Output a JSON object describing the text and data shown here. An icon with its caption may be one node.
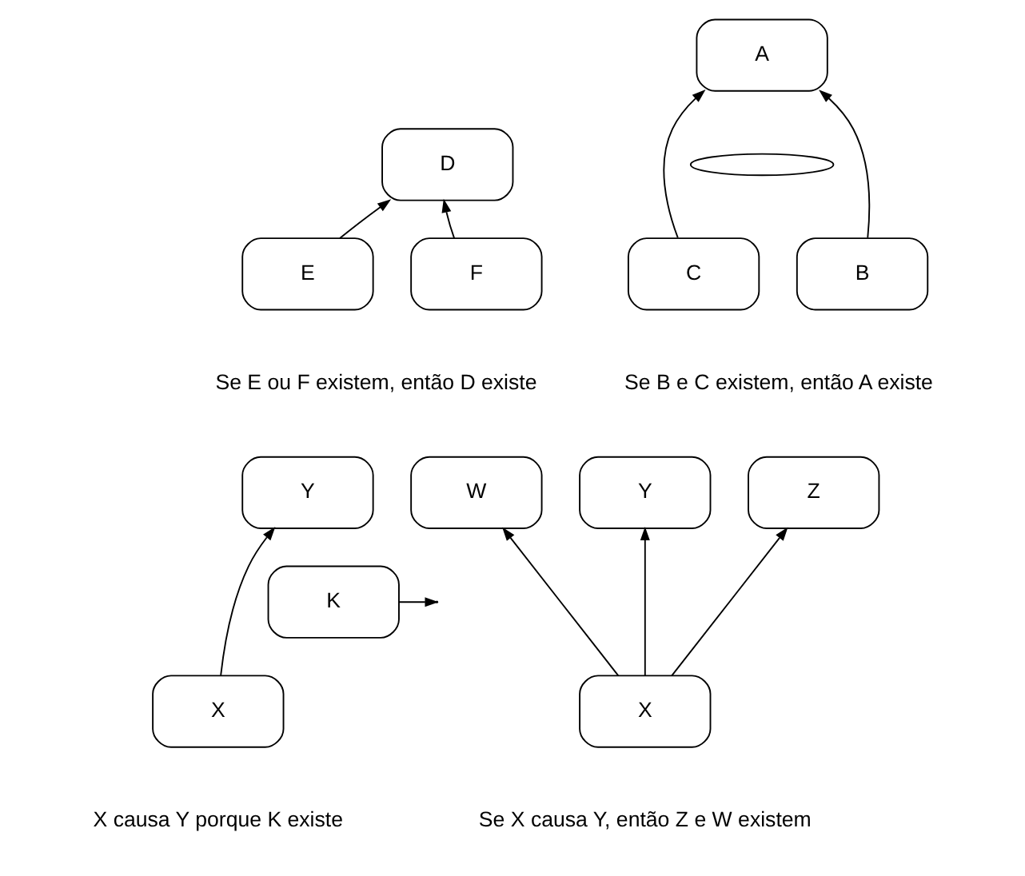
{
  "diagram": {
    "nodes": [
      {
        "text": [
          "A"
        ]
      },
      {
        "text": [],
        "shape": "ellipse"
      },
      {
        "text": [
          "B"
        ]
      },
      {
        "text": [
          "C"
        ]
      },
      {
        "text": [
          "D"
        ]
      },
      {
        "text": [
          "E"
        ]
      },
      {
        "text": [
          "F"
        ]
      },
      {
        "text": [
          "Y"
        ]
      },
      {
        "text": [
          "Z"
        ]
      },
      {
        "text": [
          "W"
        ]
      },
      {
        "text": [
          "X"
        ]
      },
      {
        "text": [
          "Y"
        ]
      },
      {
        "text": [
          "K"
        ]
      },
      {
        "text": [
          "X"
        ]
      }
    ],
    "edges": [
      {
        "from": 2,
        "to": 0,
        "arrow": "to"
      },
      {
        "from": 3,
        "to": 0,
        "arrow": "to"
      },
      {
        "from": 5,
        "to": 4,
        "arrow": "to"
      },
      {
        "from": 6,
        "to": 4,
        "arrow": "to"
      },
      {
        "from": 10,
        "to": 7,
        "arrow": "to"
      },
      {
        "from": 10,
        "to": 8,
        "arrow": "to"
      },
      {
        "from": 10,
        "to": 9,
        "arrow": "to"
      },
      {
        "from": 13,
        "to": 11,
        "arrow": "to"
      },
      {
        "from": 12,
        "to": null,
        "arrow": "to"
      }
    ],
    "labels": [
      "Se B e C existem, então A existe",
      "Se E ou F existem, então D existe",
      "Se X causa Y, então Z e W existem",
      "X causa Y porque K existe"
    ]
  }
}
